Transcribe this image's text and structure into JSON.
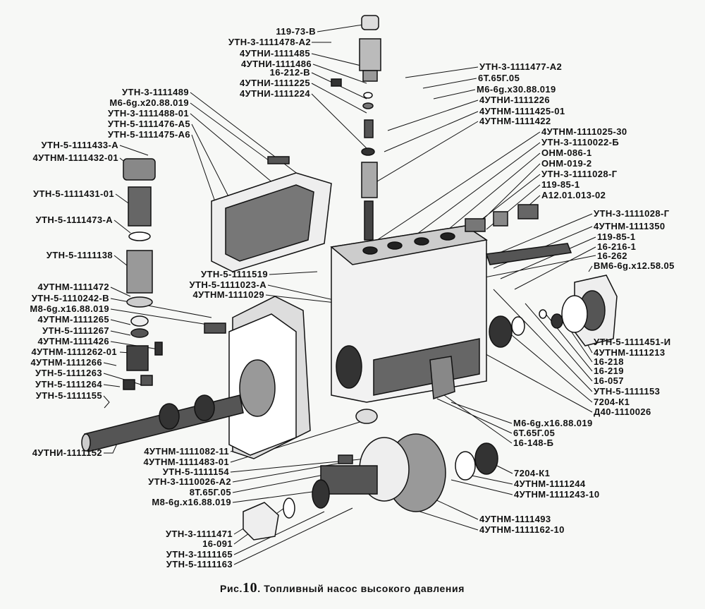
{
  "caption": {
    "prefix": "Рис.",
    "number": "10",
    "text": ". Топливный насос высокого давления"
  },
  "labels_left": [
    "119-73-В",
    "УТН-3-1111478-А2",
    "4УТНИ-1111485",
    "4УТНИ-1111486",
    "16-212-В",
    "4УТНИ-1111225",
    "4УТНИ-1111224",
    "УТН-3-1111489",
    "М6-6g.x20.88.019",
    "УТН-3-1111488-01",
    "УТН-5-1111476-А5",
    "УТН-5-1111475-А6",
    "УТН-5-1111433-А",
    "4УТНМ-1111432-01",
    "УТН-5-1111431-01",
    "УТН-5-1111473-А",
    "УТН-5-1111138",
    "4УТНМ-1111472",
    "УТН-5-1110242-В",
    "М8-6g.x16.88.019",
    "4УТНМ-1111265",
    "УТН-5-1111267",
    "4УТНМ-1111426",
    "4УТНМ-1111262-01",
    "4УТНМ-1111266",
    "УТН-5-1111263",
    "УТН-5-1111264",
    "УТН-5-1111155",
    "4УТНИ-1111152",
    "УТН-5-1111519",
    "УТН-5-1111023-А",
    "4УТНМ-1111029",
    "4УТНМ-1111082-11",
    "4УТНМ-1111483-01",
    "УТН-5-1111154",
    "УТН-3-1110026-А2",
    "8Т.65Г.05",
    "М8-6g.x16.88.019",
    "УТН-3-1111471",
    "16-091",
    "УТН-3-1111165",
    "УТН-5-1111163"
  ],
  "labels_right": [
    "УТН-3-1111477-А2",
    "6Т.65Г.05",
    "М6-6g.x30.88.019",
    "4УТНИ-1111226",
    "4УТНМ-1111425-01",
    "4УТНМ-1111422",
    "4УТНМ-1111025-30",
    "УТН-3-1110022-Б",
    "ОНМ-086-1",
    "ОНМ-019-2",
    "УТН-3-1111028-Г",
    "119-85-1",
    "А12.01.013-02",
    "УТН-3-1111028-Г",
    "4УТНМ-1111350",
    "119-85-1",
    "16-216-1",
    "16-262",
    "ВМ6-6g.x12.58.05",
    "УТН-5-1111451-И",
    "4УТНМ-1111213",
    "16-218",
    "16-219",
    "16-057",
    "УТН-5-1111153",
    "7204-К1",
    "Д40-1110026",
    "М6-6g.x16.88.019",
    "6Т.65Г.05",
    "16-148-Б",
    "7204-К1",
    "4УТНМ-1111244",
    "4УТНМ-1111243-10",
    "4УТНМ-1111493",
    "4УТНМ-1111162-10"
  ]
}
